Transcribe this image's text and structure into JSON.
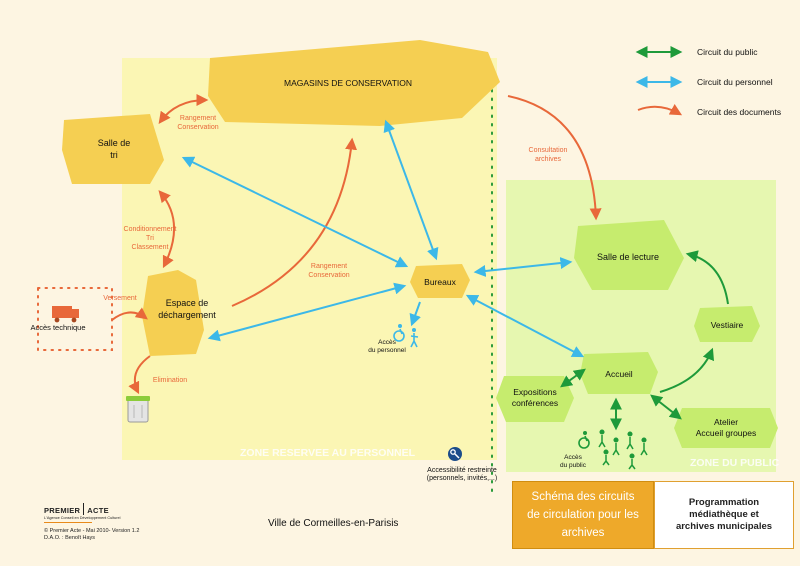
{
  "legend": {
    "public": "Circuit du public",
    "personnel": "Circuit du personnel",
    "documents": "Circuit des documents"
  },
  "colors": {
    "public": "#1e9a3a",
    "personnel": "#3cb8e8",
    "documents": "#e8683a",
    "staff_zone": "#fbf6b4",
    "public_zone": "#e6f7b0",
    "staff_node": "#f5cf52",
    "public_node": "#c6ec6e"
  },
  "nodes": {
    "magasins": "MAGASINS DE CONSERVATION",
    "salle_tri_1": "Salle de",
    "salle_tri_2": "tri",
    "espace_1": "Espace de",
    "espace_2": "déchargement",
    "bureaux": "Bureaux",
    "salle_lecture": "Salle de lecture",
    "vestiaire": "Vestiaire",
    "accueil": "Accueil",
    "expo_1": "Expositions",
    "expo_2": "conférences",
    "atelier_1": "Atelier",
    "atelier_2": "Accueil groupes"
  },
  "labels": {
    "rangement1_a": "Rangement",
    "rangement1_b": "Conservation",
    "rangement2_a": "Rangement",
    "rangement2_b": "Conservation",
    "cond_a": "Conditionnement",
    "cond_b": "Tri",
    "cond_c": "Classement",
    "versement": "Versement",
    "elimination": "Elimination",
    "consult_a": "Consultation",
    "consult_b": "archives",
    "acces_tech": "Accès technique",
    "acces_perso_a": "Accès",
    "acces_perso_b": "du personnel",
    "acces_public_a": "Accès",
    "acces_public_b": "du public",
    "access_a": "Accessibilité restreinte",
    "access_b": "(personnels, invités,...)"
  },
  "zones": {
    "staff": "ZONE RESERVEE AU PERSONNEL",
    "public": "ZONE DU PUBLIC"
  },
  "footer": {
    "logo_a": "PREMIER",
    "logo_b": "ACTE",
    "logo_tagline": "L'Agence Conseil en Développement Culturel",
    "copyright": "© Premier Acte - Mai 2010- Version 1.2",
    "dao": "D.A.O. : Benoît Hays",
    "city": "Ville de Cormeilles-en-Parisis"
  },
  "title_box": {
    "line1": "Schéma des circuits",
    "line2": "de circulation pour les",
    "line3": "archives"
  },
  "prog_box": {
    "line1": "Programmation",
    "line2": "médiathèque et",
    "line3": "archives municipales"
  }
}
